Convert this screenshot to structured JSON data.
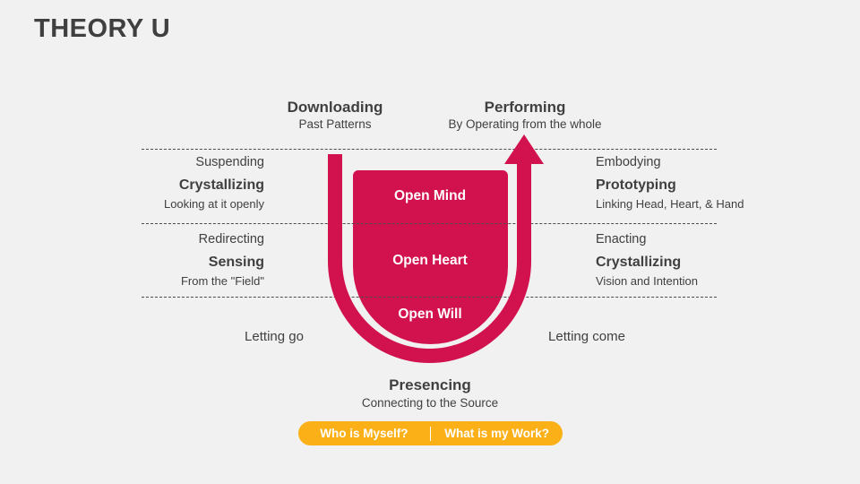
{
  "title": "THEORY U",
  "colors": {
    "background": "#f1f1f1",
    "accent_red": "#d2124e",
    "accent_yellow": "#fbb018",
    "text_dark": "#404040",
    "text_white": "#ffffff",
    "dash_line": "#4c4c4c"
  },
  "top": {
    "left": {
      "title": "Downloading",
      "subtitle": "Past Patterns"
    },
    "right": {
      "title": "Performing",
      "subtitle": "By Operating from the whole"
    }
  },
  "left_column": {
    "row1": {
      "stage": "Suspending",
      "title": "Crystallizing",
      "subtitle": "Looking at it openly"
    },
    "row2": {
      "stage": "Redirecting",
      "title": "Sensing",
      "subtitle": "From the \"Field\""
    },
    "letting": "Letting go"
  },
  "right_column": {
    "row1": {
      "stage": "Embodying",
      "title": "Prototyping",
      "subtitle": "Linking Head, Heart, & Hand"
    },
    "row2": {
      "stage": "Enacting",
      "title": "Crystallizing",
      "subtitle": "Vision and Intention"
    },
    "letting": "Letting come"
  },
  "u_shape": {
    "levels": [
      "Open Mind",
      "Open Heart",
      "Open Will"
    ]
  },
  "bottom": {
    "title": "Presencing",
    "subtitle": "Connecting to the Source"
  },
  "pill": {
    "left": "Who is Myself?",
    "right": "What is my Work?"
  }
}
